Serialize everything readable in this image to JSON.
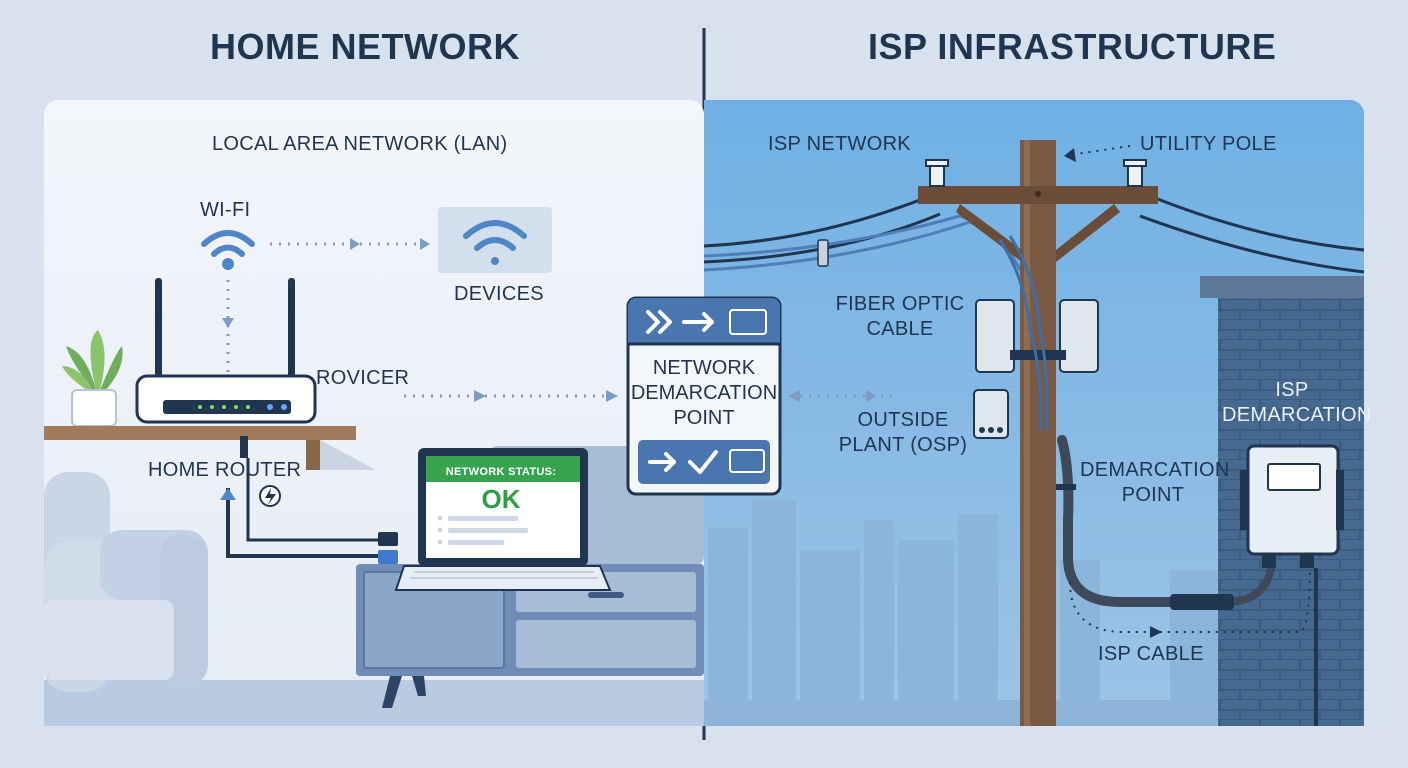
{
  "panels": {
    "home": {
      "heading": "HOME NETWORK"
    },
    "isp": {
      "heading": "ISP INFRASTRUCTURE"
    }
  },
  "labels": {
    "lan": "LOCAL AREA NETWORK (LAN)",
    "wifi": "WI-FI",
    "devices": "DEVICES",
    "rovicer": "ROVICER",
    "home_router": "HOME ROUTER",
    "isp_network": "ISP NETWORK",
    "utility_pole": "UTILITY POLE",
    "fiber_optic_cable": [
      "FIBER OPTIC",
      "CABLE"
    ],
    "outside_plant": [
      "OUTSIDE",
      "PLANT (OSP)"
    ],
    "demarcation_point": [
      "DEMARCATION",
      "POINT"
    ],
    "isp_demarcation": [
      "ISP",
      "DEMARCATION"
    ],
    "isp_cable": "ISP CABLE"
  },
  "laptop": {
    "status_title": "NETWORK STATUS:",
    "status_value": "OK"
  },
  "demarc_box": {
    "title": [
      "NETWORK",
      "DEMARCATION",
      "POINT"
    ]
  },
  "colors": {
    "navy": "#1f3550",
    "home_panel": "#eef2f8",
    "isp_sky": "#7ab2e0",
    "status_ok": "#2f9d45",
    "accent_blue": "#4a76b0"
  }
}
